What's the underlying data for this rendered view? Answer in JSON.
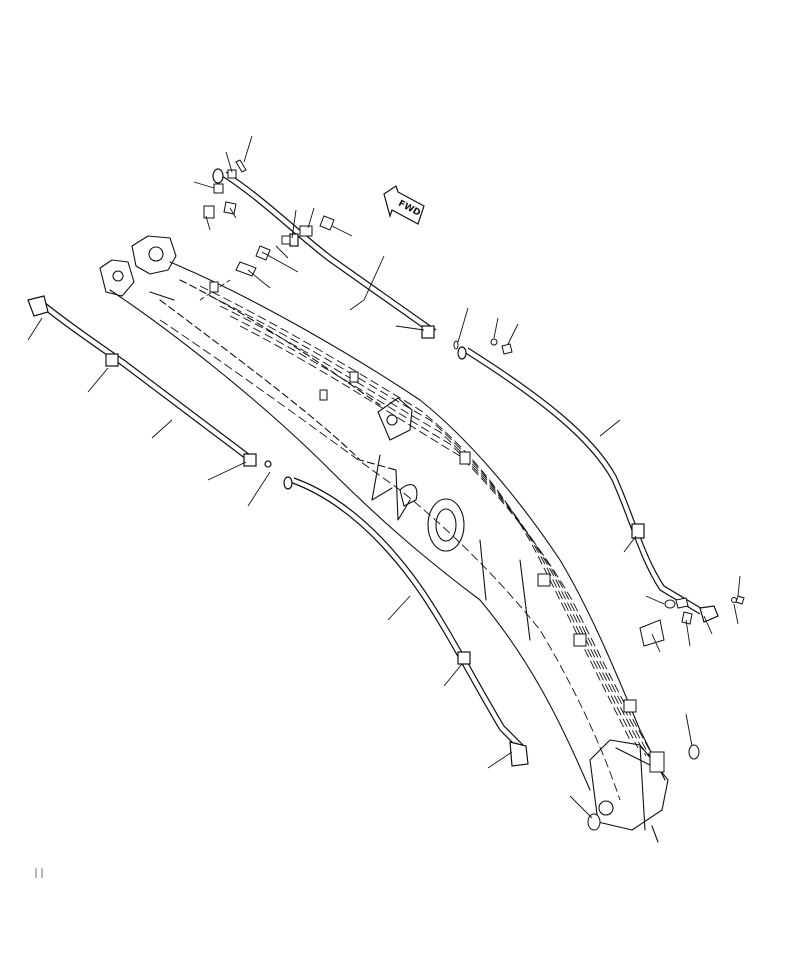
{
  "diagram": {
    "fwd_marker": {
      "label": "FWD"
    },
    "colors": {
      "ink": "#111111",
      "background": "#ffffff"
    },
    "pipes": [
      {
        "name": "top-left-pipe",
        "icon": "pipe-icon"
      },
      {
        "name": "top-right-pipe",
        "icon": "pipe-icon"
      },
      {
        "name": "left-pipe",
        "icon": "pipe-icon"
      },
      {
        "name": "center-pipe",
        "icon": "pipe-icon"
      }
    ],
    "part_icons": [
      "bolt-icon",
      "washer-icon",
      "clamp-icon",
      "o-ring-icon",
      "plate-icon",
      "pin-icon"
    ]
  }
}
